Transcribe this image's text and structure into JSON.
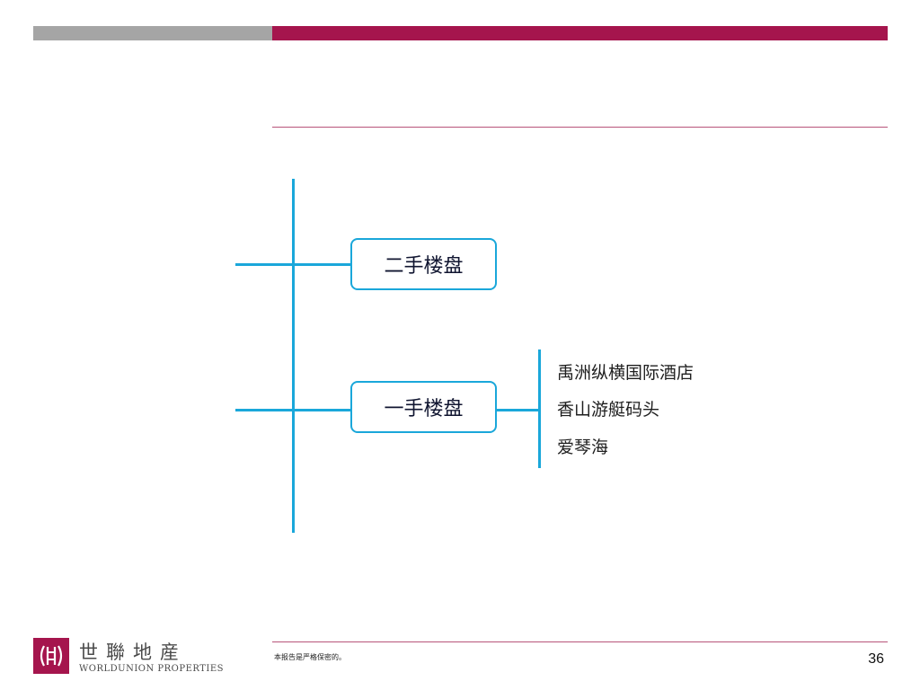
{
  "colors": {
    "gray_bar": "#a5a5a5",
    "accent": "#a5154d",
    "rule": "#b8557a",
    "connector": "#1aa7da"
  },
  "diagram": {
    "nodes": [
      {
        "label": "二手楼盘"
      },
      {
        "label": "一手楼盘",
        "children": [
          "禹洲纵横国际酒店",
          "香山游艇码头",
          "爱琴海"
        ]
      }
    ]
  },
  "footer": {
    "logo_icon": "worldunion-logo-icon",
    "logo_text_cn": "世聯地産",
    "logo_text_en": "WORLDUNION PROPERTIES",
    "confidential_note": "本报告是严格保密的。",
    "page_number": "36"
  }
}
